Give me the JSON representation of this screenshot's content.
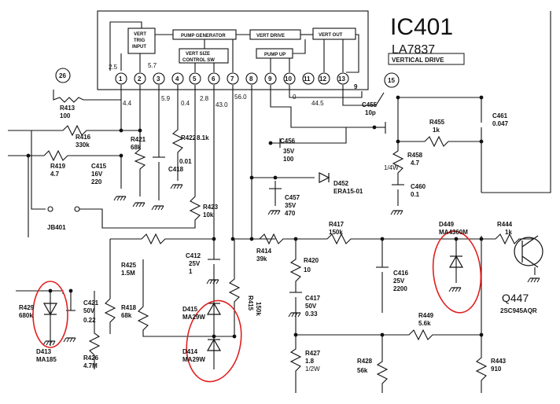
{
  "ic": {
    "designator": "IC401",
    "part": "LA7837",
    "function": "VERTICAL DRIVE",
    "blocks": [
      "VERT TRIG INPUT",
      "PUMP GENERATOR",
      "VERT DRIVE",
      "VERT OUT",
      "VERT SIZE CONTROL SW",
      "PUMP UP"
    ],
    "pins": [
      "1",
      "2",
      "3",
      "4",
      "5",
      "6",
      "7",
      "8",
      "9",
      "10",
      "11",
      "12",
      "13"
    ],
    "pin9_label": "9",
    "pin_voltages": {
      "p1": "2.5",
      "p2": "5.7",
      "p3": "4.4",
      "p4": "5.9",
      "p5": "0.4",
      "p6": "2.8",
      "p7": "43.0",
      "p8": "56.0",
      "p10": "0",
      "p12": "44.5"
    }
  },
  "markers": {
    "m26": "26",
    "m15": "15"
  },
  "components": {
    "r413": {
      "ref": "R413",
      "val": "100"
    },
    "r416": {
      "ref": "R416",
      "val": "330k"
    },
    "r419": {
      "ref": "R419",
      "val": "4.7"
    },
    "c415": {
      "ref": "C415",
      "val1": "16V",
      "val2": "220"
    },
    "r421": {
      "ref": "R421",
      "val": "68k"
    },
    "c418": {
      "ref": "C418",
      "val": "0.01"
    },
    "r422": {
      "ref": "R422",
      "val": "8.1k"
    },
    "r423": {
      "ref": "R423",
      "val": "10k"
    },
    "jb401": {
      "ref": "JB401"
    },
    "c455": {
      "ref": "C455",
      "val": "10p"
    },
    "c461": {
      "ref": "C461",
      "val": "0.047"
    },
    "r455": {
      "ref": "R455",
      "val": "1k"
    },
    "r458": {
      "ref": "R458",
      "val": "4.7",
      "note": "1/4W"
    },
    "c456": {
      "ref": "C456",
      "val1": "35V",
      "val2": "100"
    },
    "d452": {
      "ref": "D452",
      "val": "ERA15-01"
    },
    "c457": {
      "ref": "C457",
      "val1": "35V",
      "val2": "470"
    },
    "c460": {
      "ref": "C460",
      "val": "0.1"
    },
    "r417": {
      "ref": "R417",
      "val": "150k"
    },
    "d449": {
      "ref": "D449",
      "val": "MA4360M"
    },
    "r444": {
      "ref": "R444",
      "val": "1k"
    },
    "q447": {
      "ref": "Q447",
      "val": "2SC945AQR"
    },
    "r414": {
      "ref": "R414",
      "val": "39k"
    },
    "c412": {
      "ref": "C412",
      "val1": "25V",
      "val2": "1"
    },
    "r425": {
      "ref": "R425",
      "val": "1.5M"
    },
    "r420": {
      "ref": "R420",
      "val": "10"
    },
    "c416": {
      "ref": "C416",
      "val1": "25V",
      "val2": "2200"
    },
    "r429": {
      "ref": "R429",
      "val": "680k"
    },
    "c421": {
      "ref": "C421",
      "val1": "50V",
      "val2": "0.22"
    },
    "r418": {
      "ref": "R418",
      "val": "68k"
    },
    "d415": {
      "ref": "D415",
      "val": "MA29W"
    },
    "r415": {
      "ref": "R415",
      "val": "150k"
    },
    "c417": {
      "ref": "C417",
      "val1": "50V",
      "val2": "0.33"
    },
    "r449": {
      "ref": "R449",
      "val": "5.6k"
    },
    "d413": {
      "ref": "D413",
      "val": "MA185"
    },
    "d414": {
      "ref": "D414",
      "val": "MA29W"
    },
    "r426": {
      "ref": "R426",
      "val": "4.7M"
    },
    "r427": {
      "ref": "R427",
      "val": "1.8",
      "note": "1/2W"
    },
    "r428": {
      "ref": "R428",
      "val": "56k"
    },
    "r443": {
      "ref": "R443",
      "val": "910"
    }
  },
  "colors": {
    "ink": "#111111",
    "highlight": "#e02020"
  }
}
